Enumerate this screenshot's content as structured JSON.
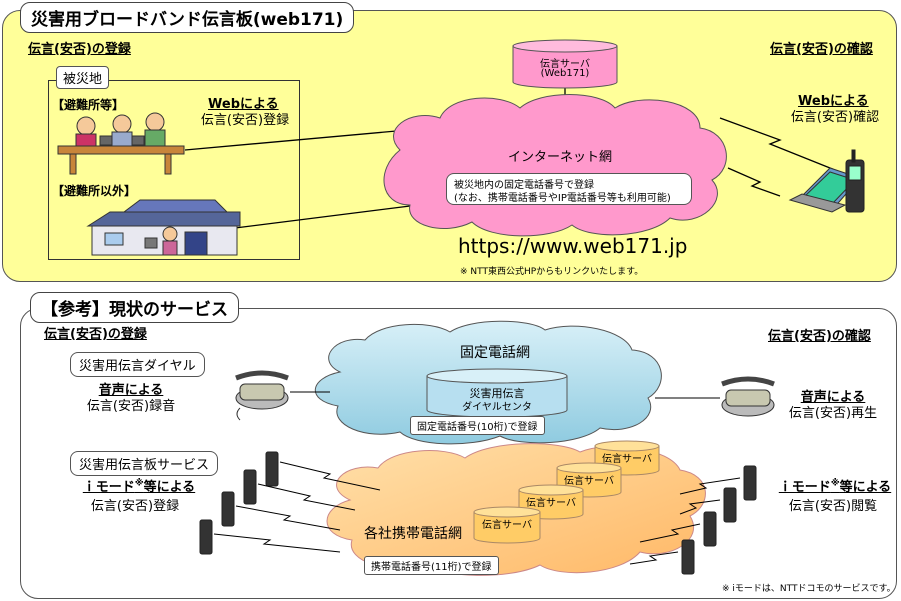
{
  "top": {
    "title": "災害用ブロードバンド伝言板(web171)",
    "register_heading": "伝言(安否)の登録",
    "confirm_heading": "伝言(安否)の確認",
    "disaster_area_label": "被災地",
    "shelter_label": "【避難所等】",
    "outside_shelter_label": "【避難所以外】",
    "web_register_title": "Webによる",
    "web_register_text": "伝言(安否)登録",
    "web_confirm_title": "Webによる",
    "web_confirm_text": "伝言(安否)確認",
    "server_line1": "伝言サーバ",
    "server_line2": "(Web171)",
    "internet_label": "インターネット網",
    "note_line1": "被災地内の固定電話番号で登録",
    "note_line2": "(なお、携帯電話番号やIP電話番号等も利用可能)",
    "url": "https://www.web171.jp",
    "link_note": "※ NTT東西公式HPからもリンクいたします。"
  },
  "bottom": {
    "title": "【参考】現状のサービス",
    "register_heading": "伝言(安否)の登録",
    "confirm_heading": "伝言(安否)の確認",
    "dial_service_label": "災害用伝言ダイヤル",
    "voice_register_title": "音声による",
    "voice_register_text": "伝言(安否)録音",
    "voice_confirm_title": "音声による",
    "voice_confirm_text": "伝言(安否)再生",
    "fixed_network_label": "固定電話網",
    "dial_center_line1": "災害用伝言",
    "dial_center_line2": "ダイヤルセンタ",
    "fixed_number_label": "固定電話番号(10桁)で登録",
    "board_service_label": "災害用伝言板サービス",
    "imode_register_title": "ｉモード",
    "imode_register_mark": "※",
    "imode_register_suffix": "等による",
    "imode_register_text": "伝言(安否)登録",
    "imode_confirm_title": "ｉモード",
    "imode_confirm_mark": "※",
    "imode_confirm_suffix": "等による",
    "imode_confirm_text": "伝言(安否)閲覧",
    "mobile_network_label": "各社携帯電話網",
    "mobile_server_label": "伝言サーバ",
    "mobile_number_label": "携帯電話番号(11桁)で登録",
    "imode_note": "※ iモードは、NTTドコモのサービスです。"
  },
  "colors": {
    "top_panel_bg": "#ffff99",
    "internet_cloud": "#ff99cc",
    "server": "#ff99cc",
    "fixed_cloud": "#a6d8e6",
    "mobile_cloud": "#ffcc88",
    "mobile_server": "#ffcc66",
    "bottom_panel_bg": "#ffffff"
  }
}
